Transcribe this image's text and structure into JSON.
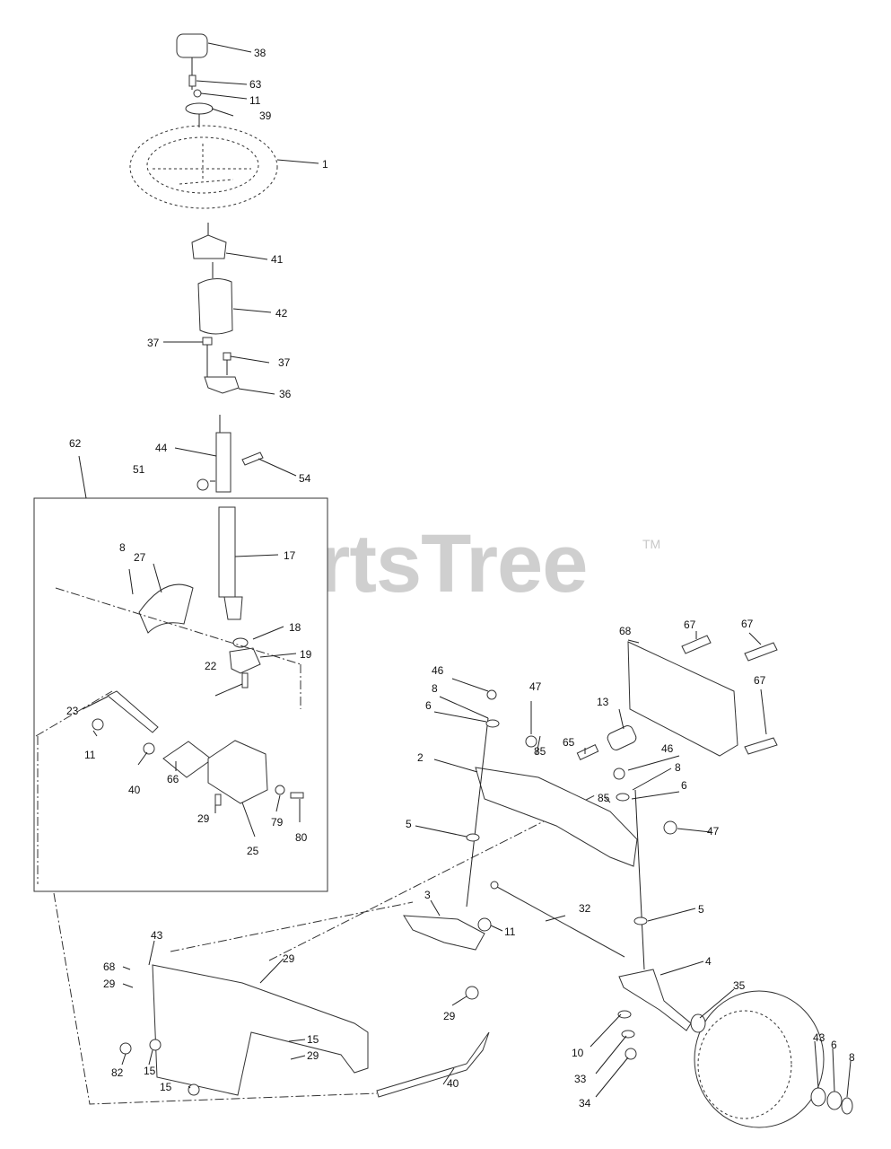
{
  "watermark": {
    "text": "PartsTree",
    "mark": "TM"
  },
  "callouts": [
    "38",
    "63",
    "11",
    "39",
    "1",
    "41",
    "42",
    "37",
    "37",
    "36",
    "44",
    "51",
    "54",
    "62",
    "17",
    "8",
    "27",
    "18",
    "19",
    "22",
    "23",
    "11",
    "40",
    "66",
    "29",
    "25",
    "79",
    "80",
    "68",
    "67",
    "67",
    "67",
    "13",
    "46",
    "8",
    "6",
    "47",
    "85",
    "65",
    "46",
    "8",
    "2",
    "85",
    "6",
    "47",
    "5",
    "3",
    "32",
    "11",
    "5",
    "4",
    "43",
    "68",
    "29",
    "29",
    "82",
    "15",
    "15",
    "29",
    "29",
    "40",
    "10",
    "33",
    "34",
    "35",
    "43",
    "6",
    "8",
    "15"
  ]
}
